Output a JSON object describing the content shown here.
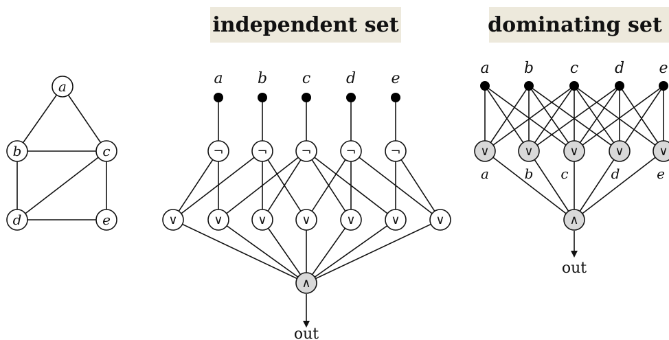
{
  "graph": {
    "nodes": [
      "a",
      "b",
      "c",
      "d",
      "e"
    ]
  },
  "independent_set": {
    "title": "independent set",
    "inputs": [
      "a",
      "b",
      "c",
      "d",
      "e"
    ],
    "not_symbol": "¬",
    "or_symbol": "∨",
    "and_symbol": "∧",
    "output_label": "out"
  },
  "dominating_set": {
    "title": "dominating set",
    "inputs": [
      "a",
      "b",
      "c",
      "d",
      "e"
    ],
    "gate_labels": [
      "a",
      "b",
      "c",
      "d",
      "e"
    ],
    "or_symbol": "∨",
    "and_symbol": "∧",
    "output_label": "out"
  }
}
